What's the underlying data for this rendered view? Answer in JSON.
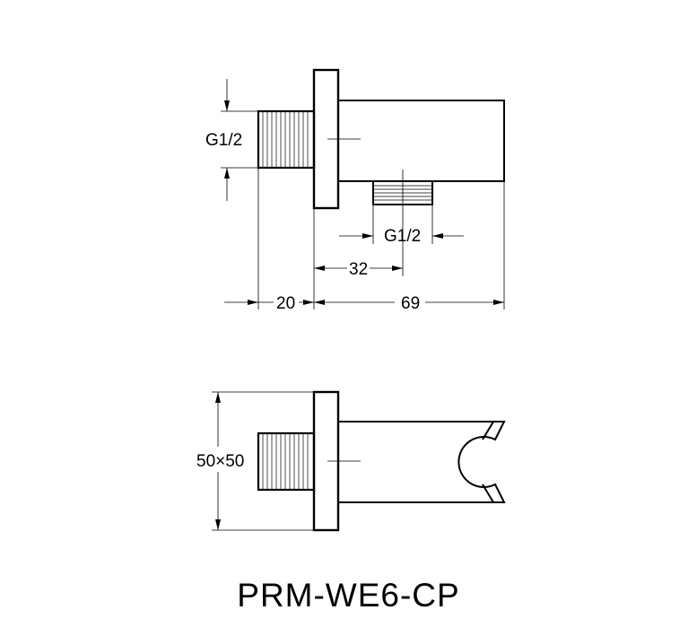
{
  "drawing": {
    "title": "PRM-WE6-CP",
    "top_view": {
      "inlet_thread": "G1/2",
      "outlet_thread": "G1/2",
      "outlet_offset": "32",
      "inlet_length": "20",
      "body_length": "69"
    },
    "bottom_view": {
      "flange_size": "50×50"
    },
    "colors": {
      "line": "#000000",
      "background": "#ffffff"
    }
  }
}
